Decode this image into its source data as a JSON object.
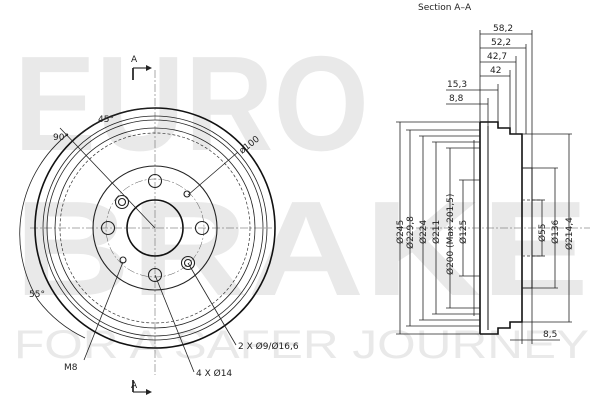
{
  "watermark": {
    "line1": "EURO",
    "line2": "BRAKE",
    "tagline": "FOR A SAFER JOURNEY"
  },
  "section_title": "Section A–A",
  "section_marker": "A",
  "front_view": {
    "angle_90": "90°",
    "angle_45": "45°",
    "angle_55": "55°",
    "pcd_label": "ø100",
    "callout_m8": "M8",
    "callout_holes_small": "2 X Ø9/Ø16,6",
    "callout_holes_large": "4 X Ø14"
  },
  "section_view": {
    "top_dims": [
      "58,2",
      "52,2",
      "42,7",
      "42",
      "15,3",
      "8,8"
    ],
    "left_dims": [
      "Ø245",
      "Ø229,8",
      "Ø224",
      "Ø211",
      "Ø200 (Max 201,5)",
      "Ø125"
    ],
    "right_dims": [
      "Ø55",
      "Ø136",
      "Ø214,4"
    ],
    "bottom_dim": "8,5"
  }
}
